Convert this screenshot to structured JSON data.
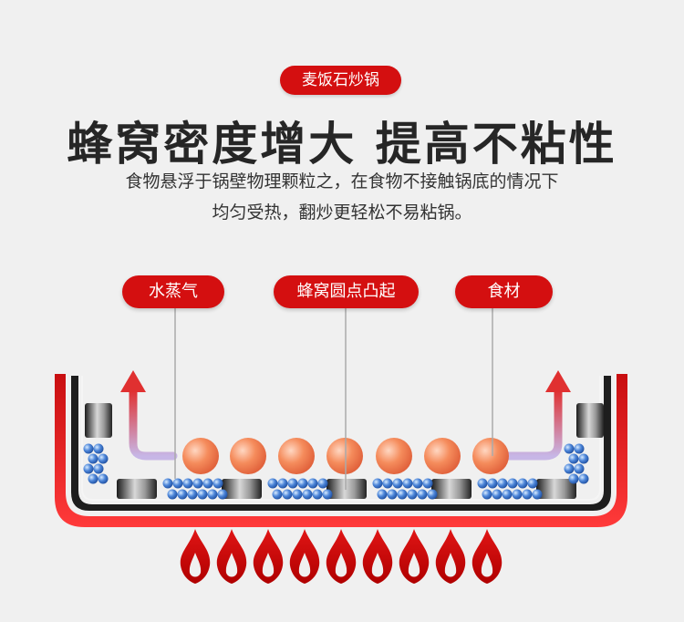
{
  "badge": "麦饭石炒锅",
  "title": "蜂窝密度增大 提高不粘性",
  "description": {
    "line1": "食物悬浮于锅壁物理颗粒之，在食物不接触锅底的情况下",
    "line2": "均匀受热，翻炒更轻松不易粘锅。"
  },
  "labels": {
    "steam": "水蒸气",
    "honeycomb": "蜂窝圆点凸起",
    "food": "食材"
  },
  "colors": {
    "accent": "#d40f10",
    "arrow_top": "#e03030",
    "arrow_bottom": "#b8a8d8",
    "bubble": "#4a7fd6",
    "food": "#f08a5d"
  },
  "icons": [
    "steam-arrow-icon",
    "flame-icon",
    "food-ball-icon",
    "bubble-icon"
  ]
}
